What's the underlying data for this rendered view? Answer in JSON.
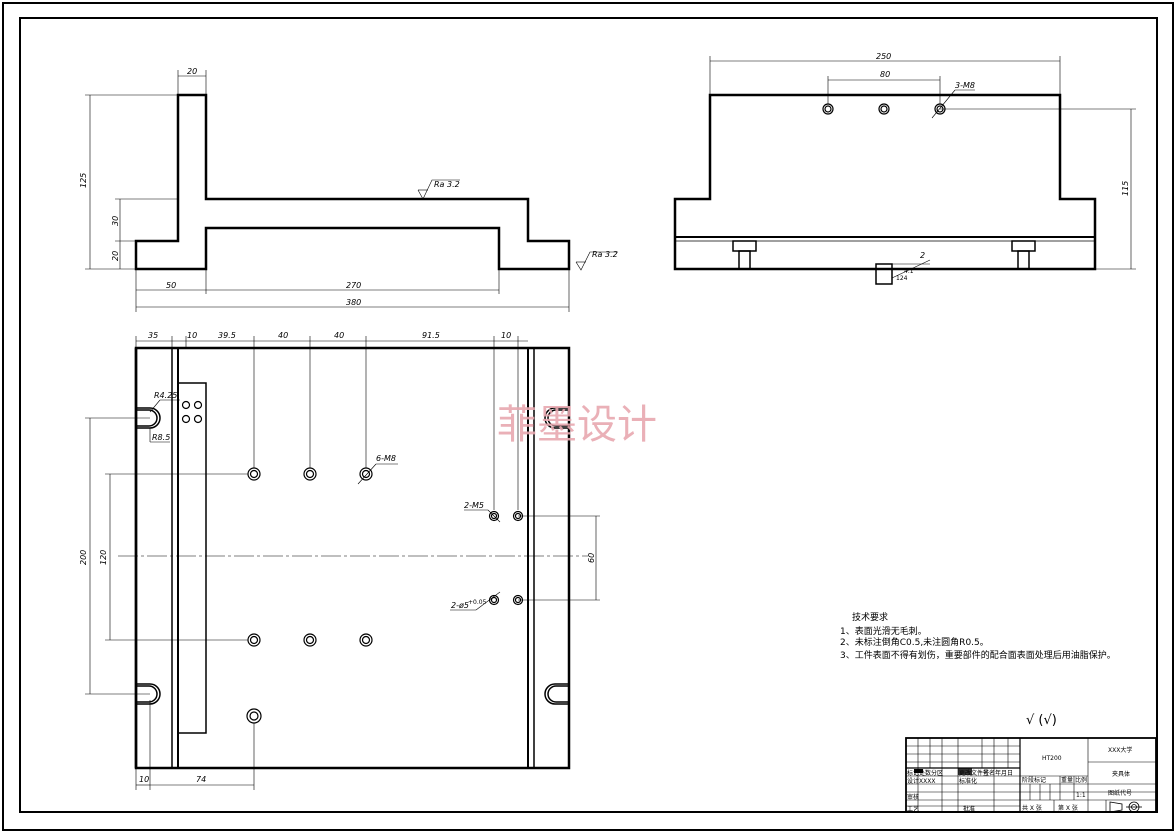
{
  "watermark": "菲墨设计",
  "front_view": {
    "dims": {
      "top_width": "20",
      "height_total": "125",
      "h_mid": "30",
      "h_low": "20",
      "left": "50",
      "inner": "270",
      "overall": "380"
    },
    "roughness": [
      "Ra 3.2",
      "Ra 3.2"
    ]
  },
  "side_view": {
    "dims": {
      "width": "250",
      "span": "80",
      "height": "115",
      "small": "2",
      "small_a": "4.1",
      "small_b": "124"
    },
    "hole_note": "3-M8"
  },
  "top_view": {
    "dims": {
      "d35": "35",
      "d10a": "10",
      "d39_5": "39.5",
      "d40a": "40",
      "d40b": "40",
      "d91_5": "91.5",
      "d10b": "10",
      "v200": "200",
      "v120": "120",
      "v60": "60",
      "b10": "10",
      "b74": "74"
    },
    "labels": {
      "r42": "R4.25",
      "r85": "R8.5",
      "m8": "6-M8",
      "m5": "2-M5",
      "dia": "2-ø5",
      "tol": "+0.05"
    }
  },
  "tech_requirements": {
    "title": "技术要求",
    "items": [
      "1、表面光滑无毛刺。",
      "2、未标注倒角C0.5,未注圆角R0.5。",
      "3、工件表面不得有划伤，重要部件的配合面表面处理后用油脂保护。"
    ]
  },
  "roughness_symbol": "√ (√)",
  "title_block": {
    "material": "HT200",
    "school": "XXX大学",
    "part_name": "夹具体",
    "drawing_no": "图纸代号",
    "row_labels": [
      "标记",
      "处数",
      "分区",
      "更改文件号",
      "签名",
      "年月日"
    ],
    "design": "设计",
    "designer": "XXXX",
    "standard": "标准化",
    "stage_mark": "阶段标记",
    "weight": "重量",
    "scale_label": "比例",
    "scale": "1:1",
    "review": "审核",
    "process": "工艺",
    "approve": "批准",
    "sheets": "共 X 张",
    "sheet": "第 X 张"
  }
}
